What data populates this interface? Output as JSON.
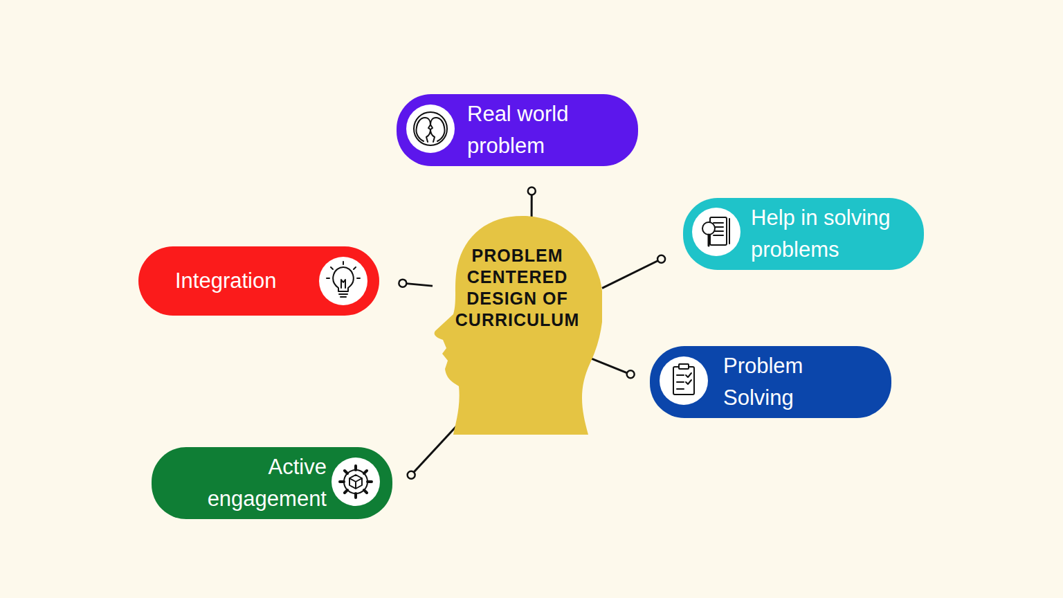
{
  "diagram": {
    "nodes": [
      {
        "text": [
          "PROBLEM CENTERED DESIGN OF CURRICULUM"
        ]
      },
      {
        "text": [
          "Real world problem"
        ]
      },
      {
        "text": [
          "Help in solving problems"
        ]
      },
      {
        "text": [
          "Problem Solving"
        ]
      },
      {
        "text": [
          "Active engagement"
        ]
      },
      {
        "text": [
          "Integration"
        ]
      }
    ],
    "edges": [
      {
        "from": 0,
        "to": 1,
        "arrow": "none"
      },
      {
        "from": 0,
        "to": 2,
        "arrow": "none"
      },
      {
        "from": 0,
        "to": 3,
        "arrow": "none"
      },
      {
        "from": 0,
        "to": 4,
        "arrow": "none"
      },
      {
        "from": 0,
        "to": 5,
        "arrow": "none"
      }
    ]
  }
}
